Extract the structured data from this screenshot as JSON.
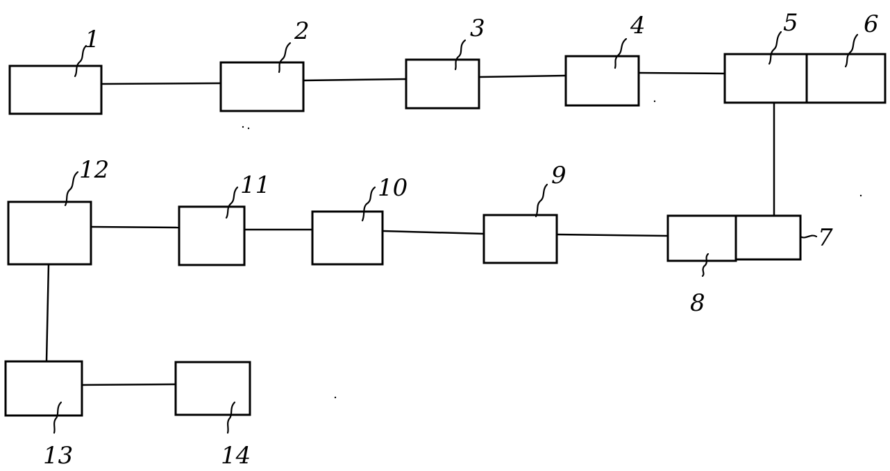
{
  "labels": {
    "b1": "1",
    "b2": "2",
    "b3": "3",
    "b4": "4",
    "b5": "5",
    "b6": "6",
    "b7": "7",
    "b8": "8",
    "b9": "9",
    "b10": "10",
    "b11": "11",
    "b12": "12",
    "b13": "13",
    "b14": "14"
  }
}
